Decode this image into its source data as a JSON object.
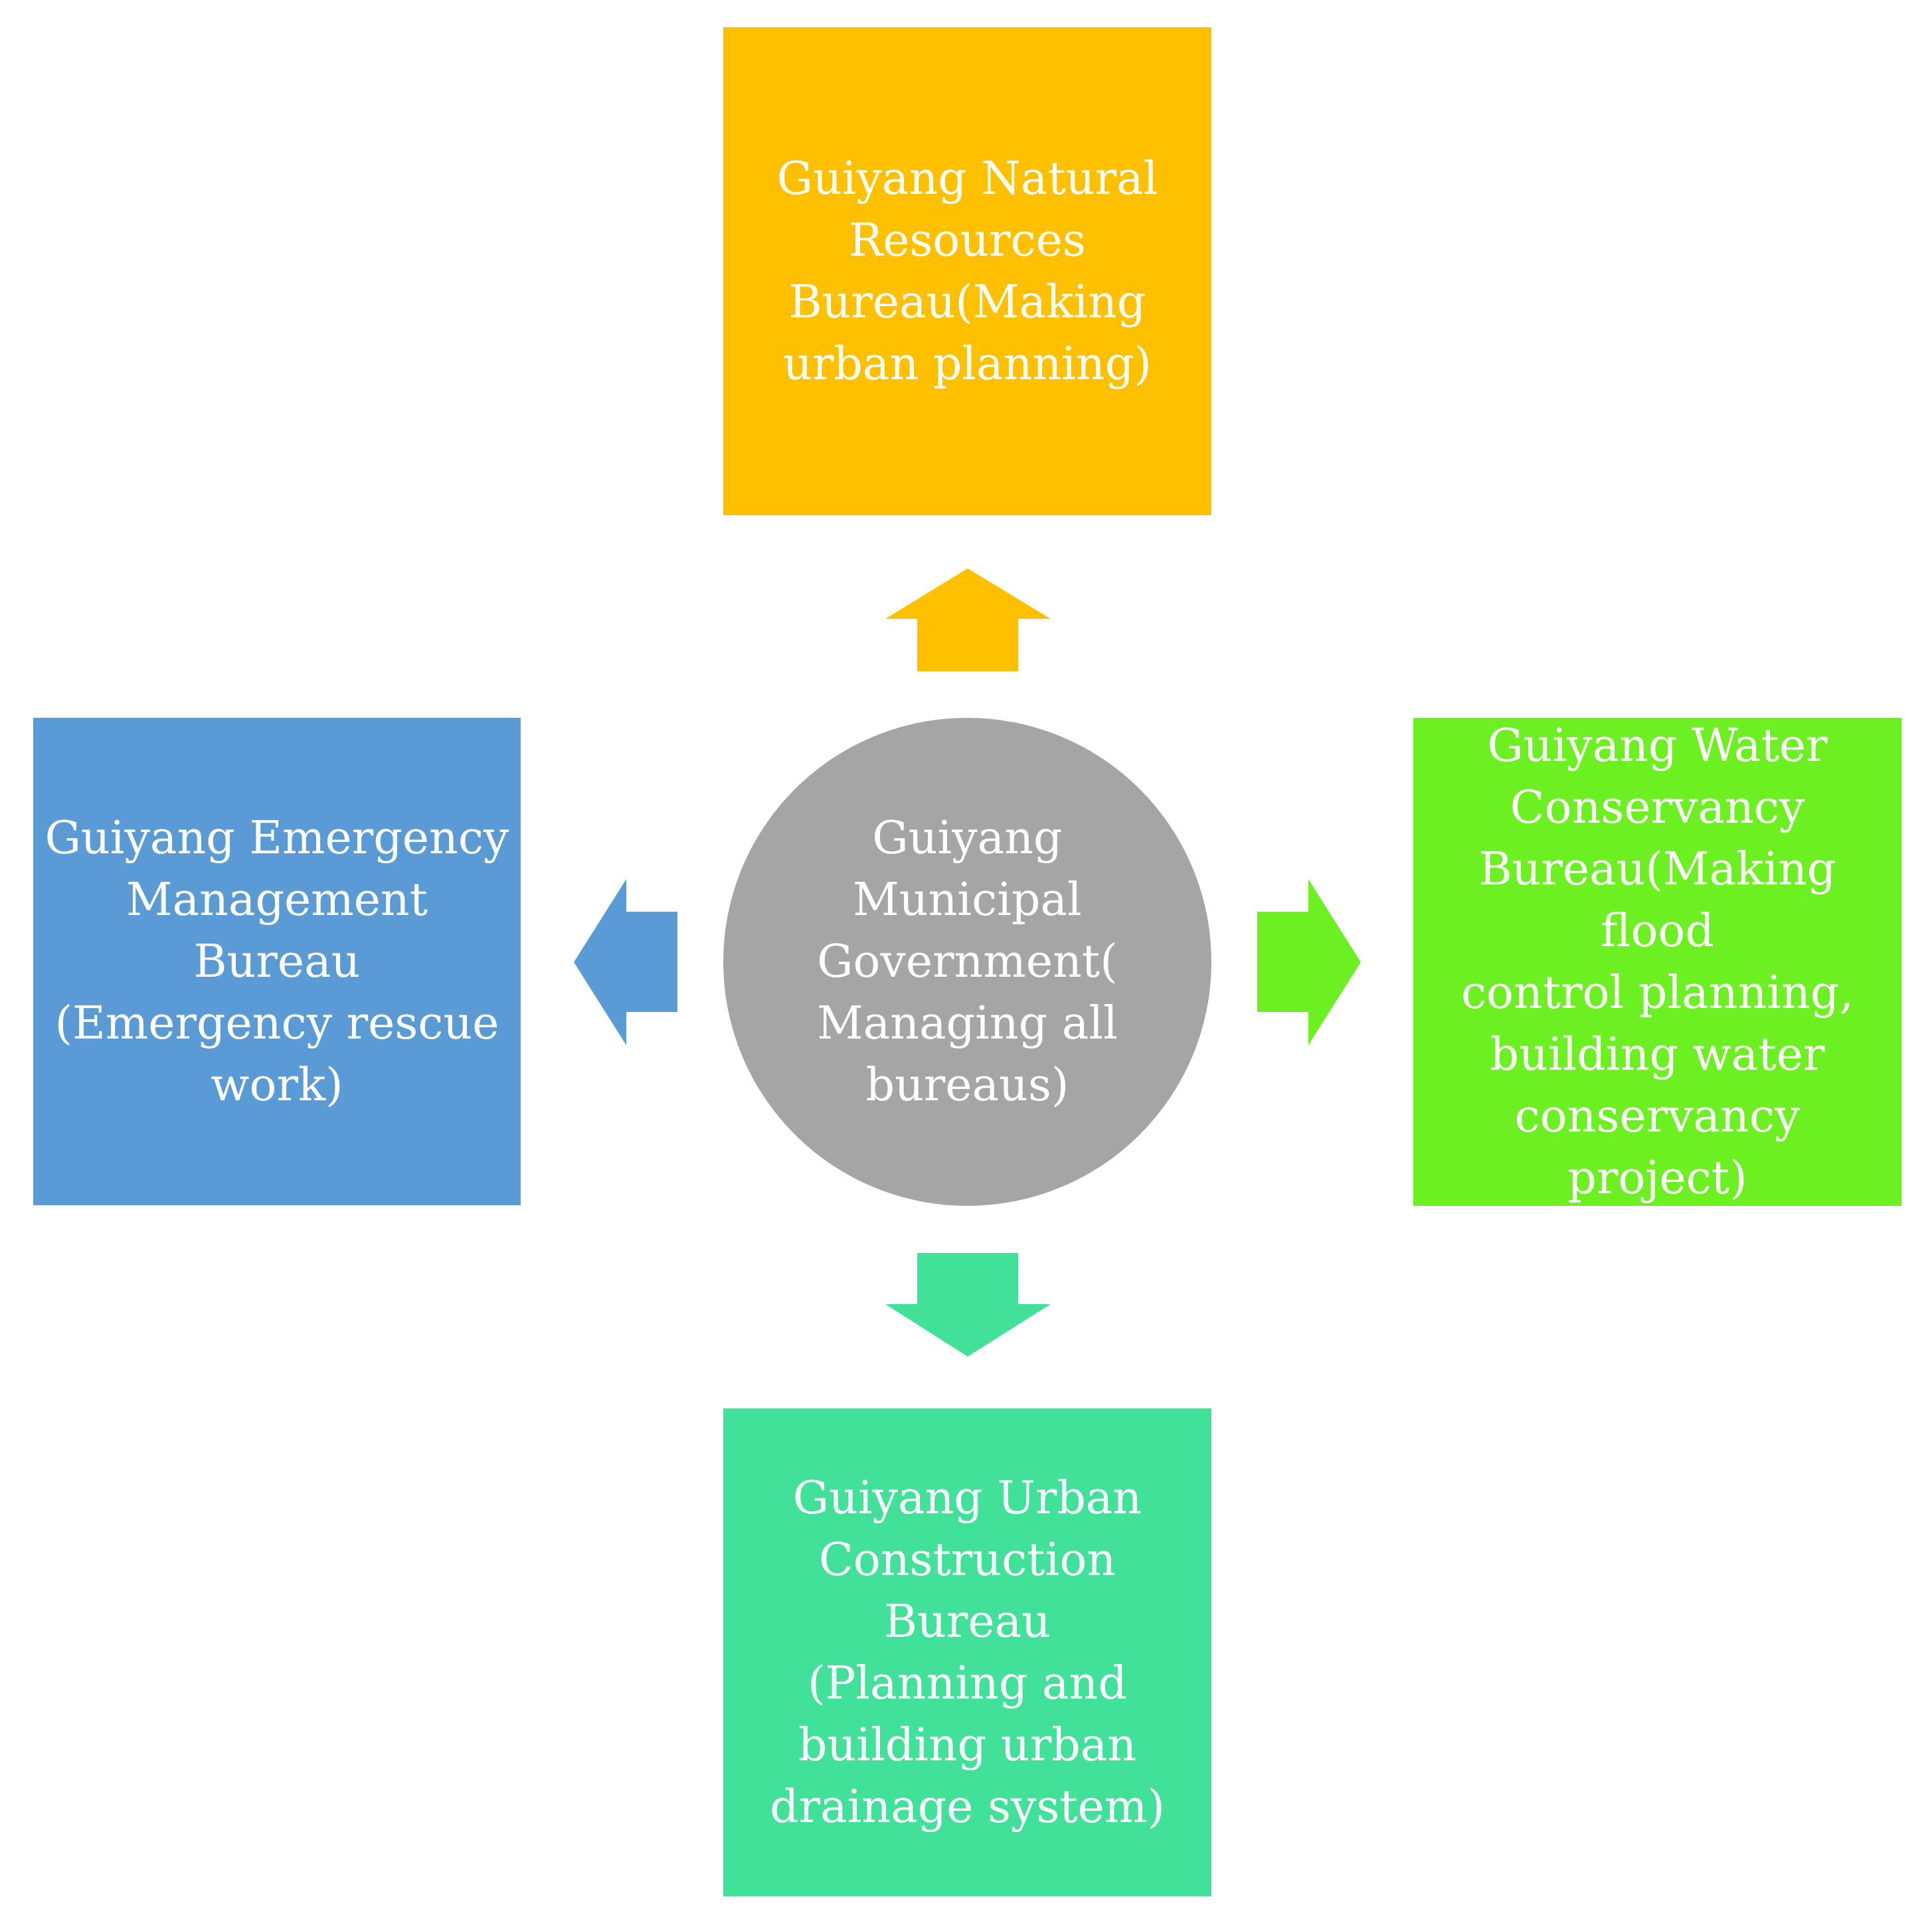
{
  "diagram": {
    "center": {
      "lines": [
        "Guiyang",
        "Municipal",
        "Government(",
        "Managing all",
        "bureaus)"
      ],
      "color": "#a5a5a5"
    },
    "top": {
      "lines": [
        "Guiyang Natural",
        "Resources",
        "Bureau(Making",
        "urban planning)"
      ],
      "color": "#ffc000"
    },
    "right": {
      "lines": [
        "Guiyang Water",
        "Conservancy",
        "Bureau(Making flood",
        "control planning,",
        "building water",
        "conservancy project)"
      ],
      "color": "#6cf022"
    },
    "bottom": {
      "lines": [
        "Guiyang Urban",
        "Construction Bureau",
        "(Planning and",
        "building urban",
        "drainage system)"
      ],
      "color": "#42e19a"
    },
    "left": {
      "lines": [
        "Guiyang Emergency",
        "Management Bureau",
        "(Emergency rescue",
        "work)"
      ],
      "color": "#5b9bd5"
    }
  }
}
